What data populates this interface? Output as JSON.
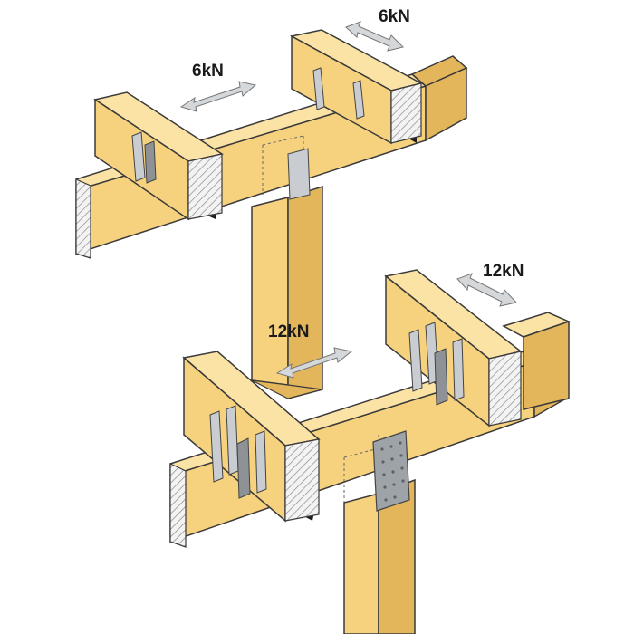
{
  "diagram": {
    "loads": {
      "upper_left": "6kN",
      "upper_right": "6kN",
      "lower_left": "12kN",
      "lower_right": "12kN"
    },
    "colors": {
      "timber_face": "#F6D27E",
      "timber_top": "#FBE2A5",
      "timber_side": "#E4B65C",
      "outline": "#3a3a3a",
      "steel": "#C9CDD1",
      "arrow_fill": "#D5D8DB",
      "shadow": "#1e1e1e"
    },
    "icons": {
      "connector": "metal-joist-hanger",
      "load_arrow": "double-headed-arrow",
      "end_grain": "hatched-end-grain"
    }
  }
}
